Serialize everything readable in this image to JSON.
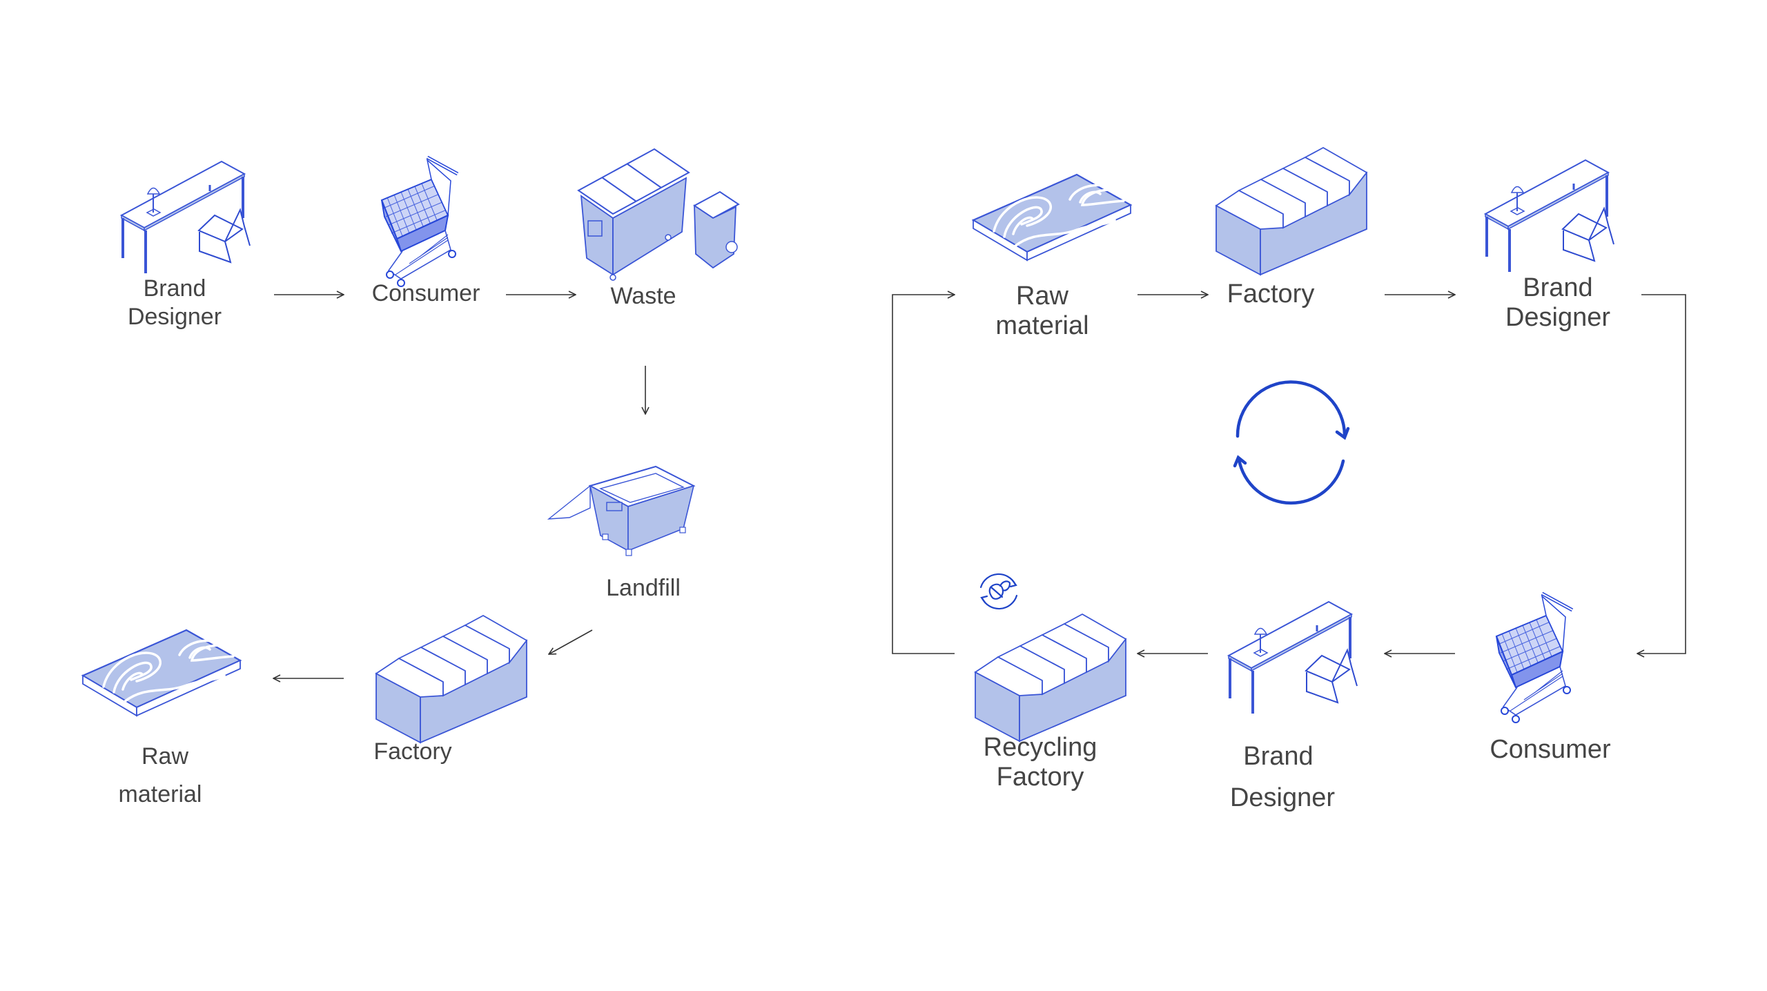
{
  "colors": {
    "accent_stroke": "#3a55d6",
    "accent_fill": "#b3c2ea",
    "accent_dark": "#1f44c8",
    "text": "#454545",
    "connector": "#333333",
    "background": "#ffffff"
  },
  "linear_economy": {
    "nodes": [
      {
        "id": "brand-designer",
        "lines": [
          "Brand",
          "Designer"
        ],
        "icon": "desk-icon"
      },
      {
        "id": "consumer",
        "lines": [
          "Consumer"
        ],
        "icon": "shopping-cart-icon"
      },
      {
        "id": "waste",
        "lines": [
          "Waste"
        ],
        "icon": "dumpster-and-bin-icon"
      },
      {
        "id": "landfill",
        "lines": [
          "Landfill"
        ],
        "icon": "open-skip-container-icon"
      },
      {
        "id": "factory",
        "lines": [
          "Factory"
        ],
        "icon": "factory-icon"
      },
      {
        "id": "raw-material",
        "lines": [
          "Raw",
          "material"
        ],
        "icon": "wood-plank-icon"
      }
    ],
    "flow": [
      "brand-designer",
      "consumer",
      "waste",
      "landfill",
      "factory",
      "raw-material"
    ]
  },
  "circular_economy": {
    "nodes": [
      {
        "id": "raw-material",
        "lines": [
          "Raw",
          "material"
        ],
        "icon": "wood-plank-icon"
      },
      {
        "id": "factory",
        "lines": [
          "Factory"
        ],
        "icon": "factory-icon"
      },
      {
        "id": "brand-designer-top",
        "lines": [
          "Brand",
          "Designer"
        ],
        "icon": "desk-icon"
      },
      {
        "id": "consumer",
        "lines": [
          "Consumer"
        ],
        "icon": "shopping-cart-icon"
      },
      {
        "id": "brand-designer-bottom",
        "lines": [
          "Brand",
          "Designer"
        ],
        "icon": "desk-icon"
      },
      {
        "id": "recycling-factory",
        "lines": [
          "Recycling",
          "Factory"
        ],
        "icon": "factory-icon",
        "badge": "recycle-leaf-icon"
      }
    ],
    "flow": [
      "raw-material",
      "factory",
      "brand-designer-top",
      "consumer",
      "brand-designer-bottom",
      "recycling-factory",
      "raw-material"
    ],
    "center_icon": "cycle-arrows-icon"
  }
}
